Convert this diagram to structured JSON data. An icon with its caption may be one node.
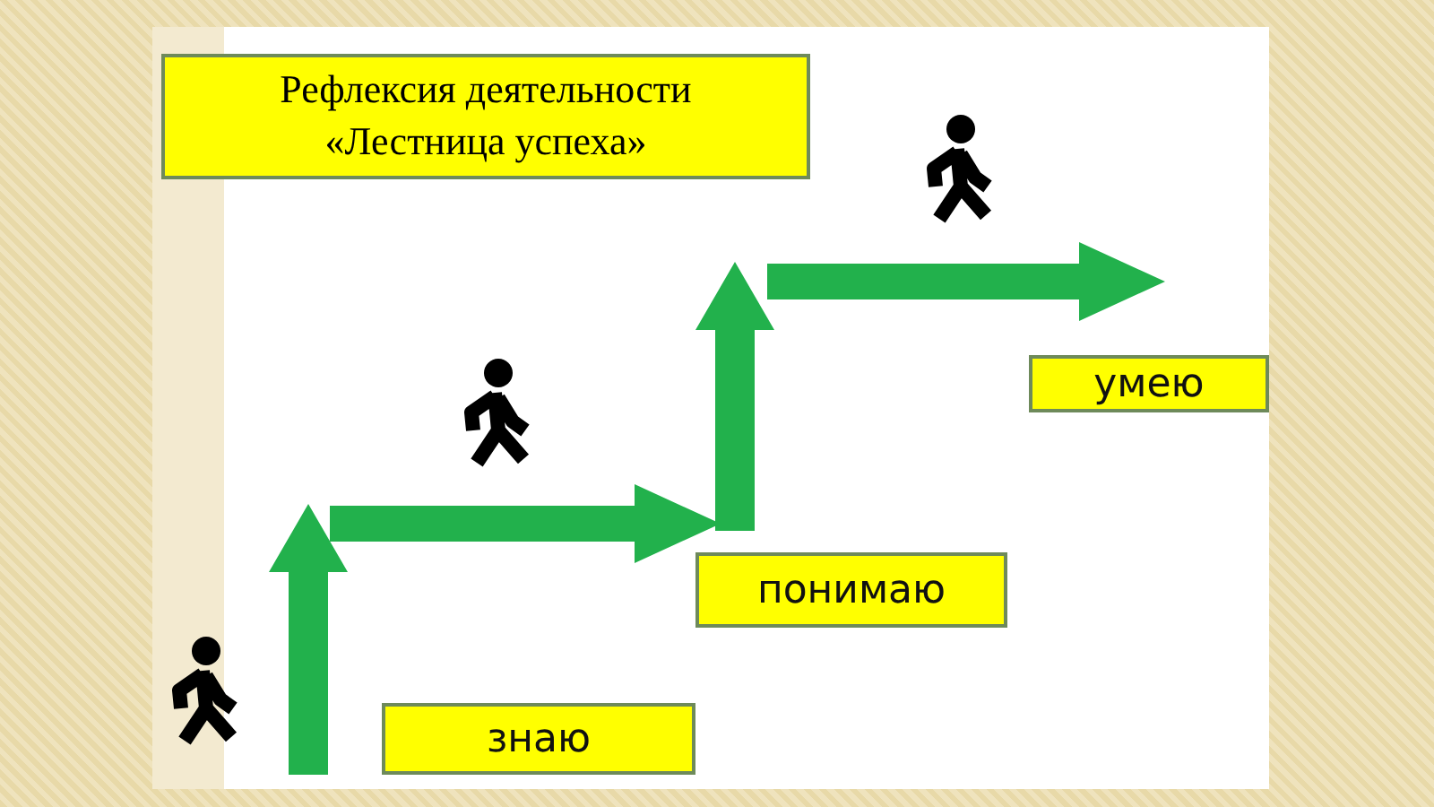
{
  "diagram": {
    "title": "Рефлексия деятельности «Лестница успеха»",
    "nodes": [
      {
        "text": [
          "знаю"
        ]
      },
      {
        "text": [
          "понимаю"
        ]
      },
      {
        "text": [
          "умею"
        ]
      }
    ]
  }
}
